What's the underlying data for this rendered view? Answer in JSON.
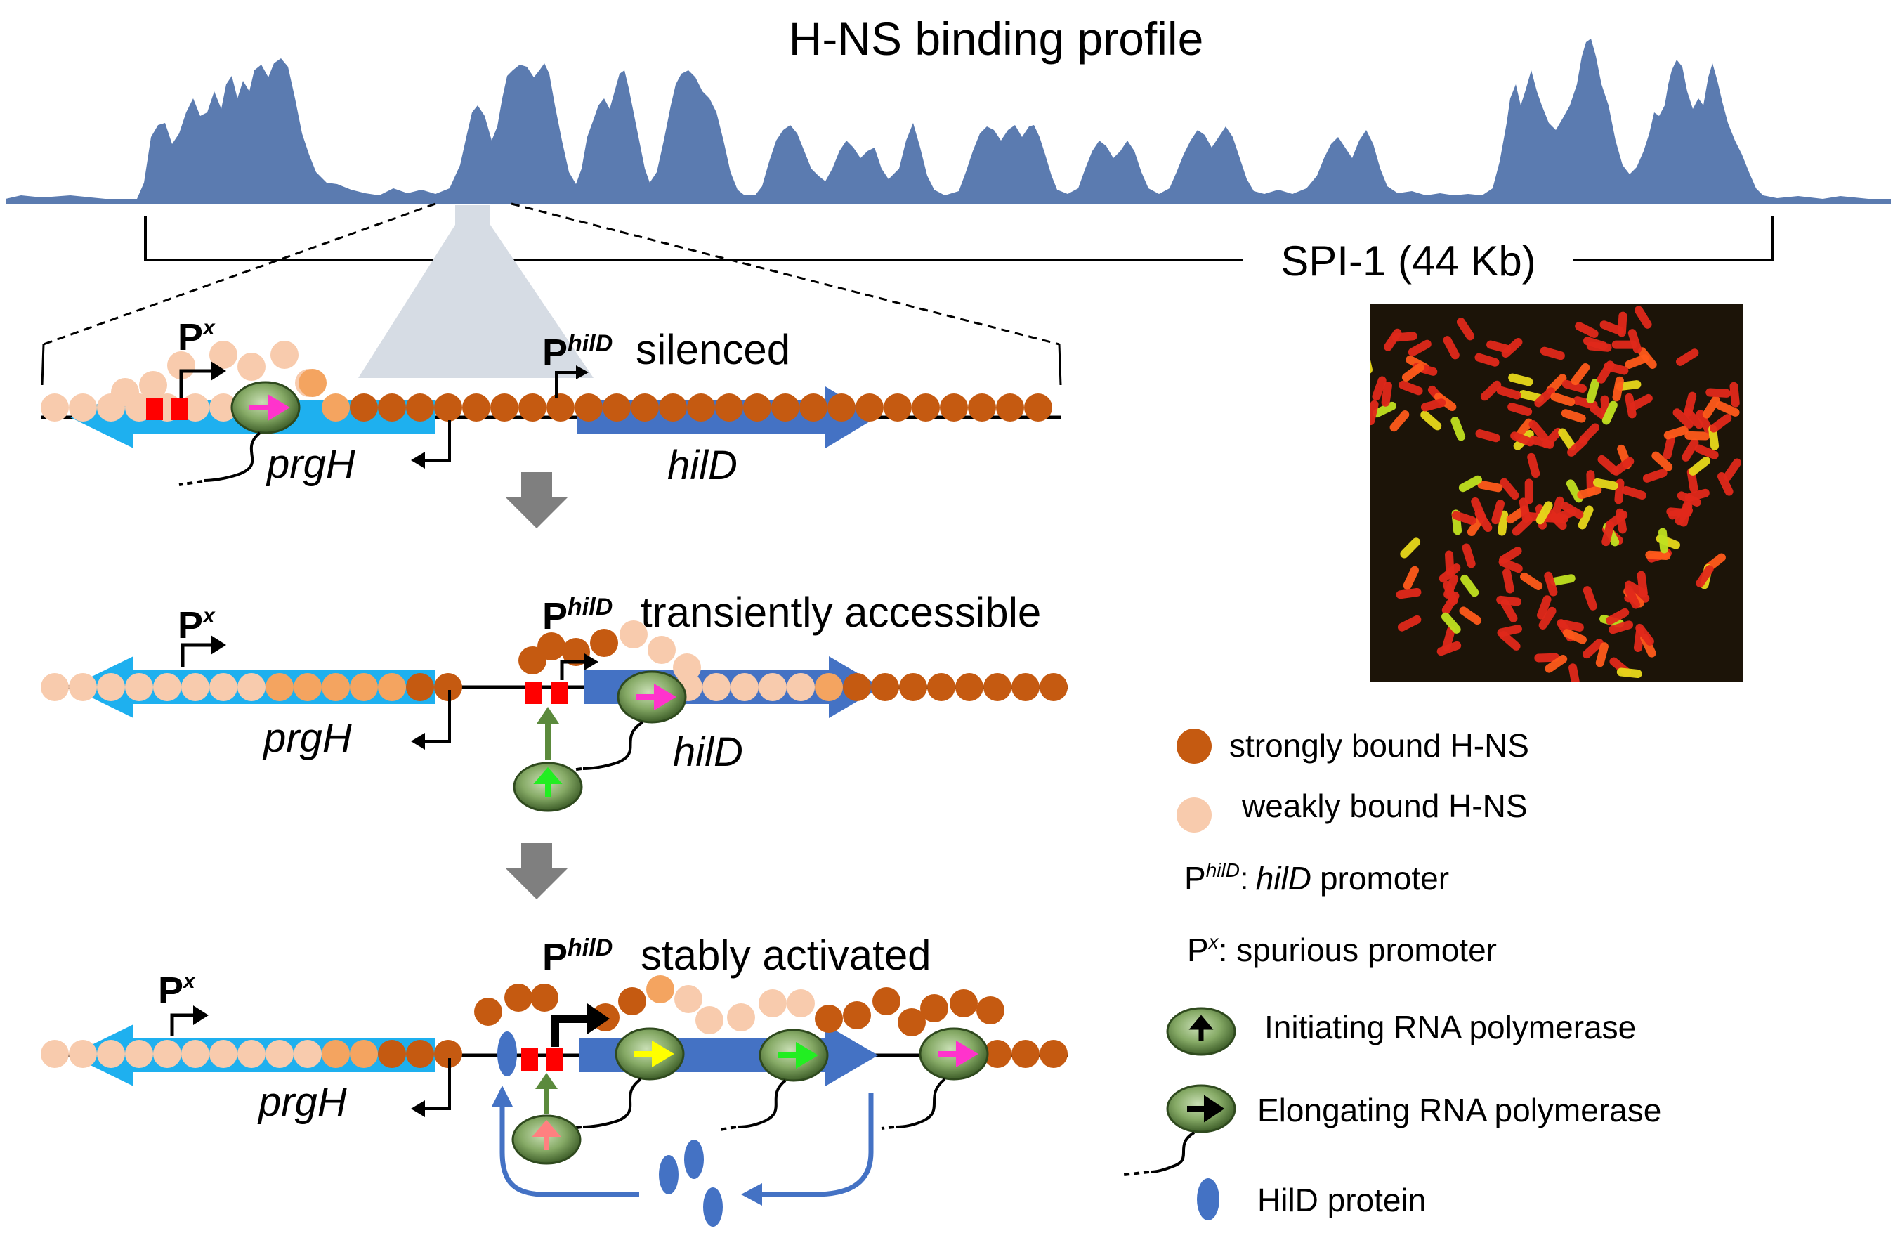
{
  "title": "H-NS binding profile",
  "region_label": "SPI-1 (44 Kb)",
  "promoters": {
    "px_base": "P",
    "px_sup": "x",
    "philD_base": "P",
    "philD_sup": "hilD"
  },
  "genes": {
    "prgH": "prgH",
    "hilD": "hilD"
  },
  "states": [
    "silenced",
    "transiently accessible",
    "stably activated"
  ],
  "legend": {
    "strong": "strongly bound H-NS",
    "weak": "weakly bound H-NS",
    "philD_base": "P",
    "philD_sup": "hilD",
    "philD_sep": ":",
    "philD_gene": "hilD",
    "philD_rest": "promoter",
    "px_base": "P",
    "px_sup": "x",
    "px_desc": ": spurious promoter",
    "initiating": "Initiating RNA polymerase",
    "elongating": "Elongating RNA polymerase",
    "hild_protein": "HilD protein"
  },
  "colors": {
    "profile": "#5b7bb0",
    "strong_hns": "#c55a11",
    "weak_hns": "#f8cbad",
    "mid_hns": "#f4a460",
    "prgH_arrow": "#1eb0ef",
    "hilD_arrow": "#4472c4",
    "operator": "#ff0000",
    "polymerase": "#6b9a4a",
    "activating_arrow": "#5b8a3c",
    "hild": "#4472c4",
    "down_arrow": "#7f7f7f"
  },
  "icons": [
    "bent-arrow-icon",
    "polymerase-icon",
    "hild-protein-icon",
    "down-arrow-icon",
    "microscopy-image"
  ]
}
